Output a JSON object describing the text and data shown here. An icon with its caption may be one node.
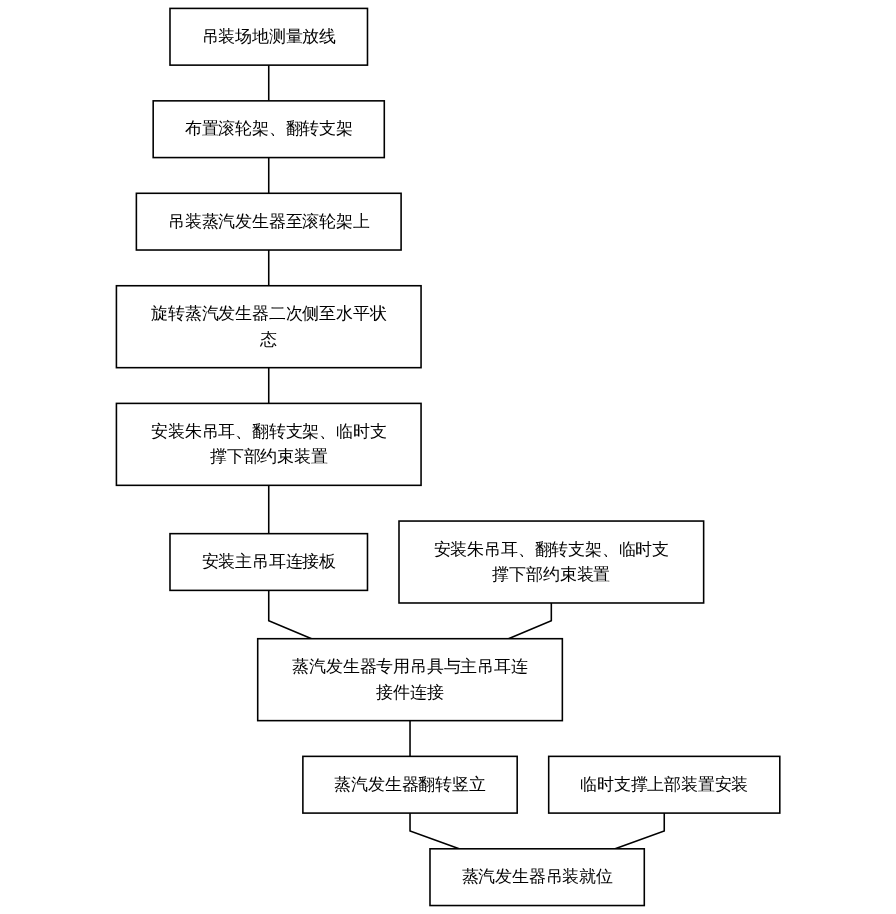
{
  "diagram": {
    "nodes": [
      {
        "text": [
          "吊装场地测量放线"
        ]
      },
      {
        "text": [
          "布置滚轮架、翻转支架"
        ]
      },
      {
        "text": [
          "吊装蒸汽发生器至滚轮架上"
        ]
      },
      {
        "text": [
          "旋转蒸汽发生器二次侧至水平状态"
        ]
      },
      {
        "text": [
          "安装朱吊耳、翻转支架、临时支撑下部约束装置"
        ]
      },
      {
        "text": [
          "安装朱吊耳、翻转支架、临时支撑下部约束装置"
        ]
      },
      {
        "text": [
          "安装主吊耳连接板"
        ]
      },
      {
        "text": [
          "临时支撑上部装置安装"
        ]
      },
      {
        "text": [
          "蒸汽发生器专用吊具与主吊耳连接件连接"
        ]
      },
      {
        "text": [
          "蒸汽发生器翻转竖立"
        ]
      },
      {
        "text": [
          "蒸汽发生器吊装就位"
        ]
      }
    ],
    "edges": [
      {
        "from": 0,
        "to": 1,
        "arrow": "none"
      },
      {
        "from": 1,
        "to": 2,
        "arrow": "none"
      },
      {
        "from": 2,
        "to": 3,
        "arrow": "none"
      },
      {
        "from": 3,
        "to": 5,
        "arrow": "none"
      },
      {
        "from": 5,
        "to": 6,
        "arrow": "none"
      },
      {
        "from": 6,
        "to": 8,
        "arrow": "none"
      },
      {
        "from": 4,
        "to": 8,
        "arrow": "none"
      },
      {
        "from": 8,
        "to": 9,
        "arrow": "none"
      },
      {
        "from": 9,
        "to": 10,
        "arrow": "none"
      },
      {
        "from": 7,
        "to": 10,
        "arrow": "none"
      }
    ]
  }
}
